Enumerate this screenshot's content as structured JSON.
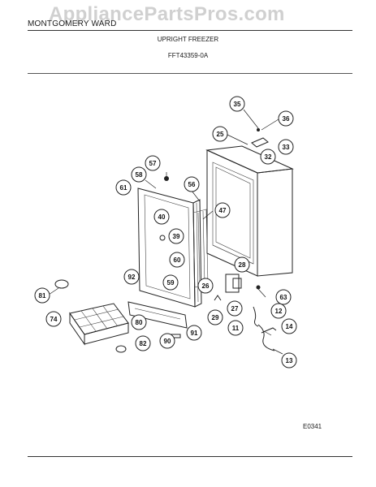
{
  "header": {
    "brand": "MONTGOMERY WARD",
    "watermark": "AppliancePartsPros.com",
    "title": "UPRIGHT FREEZER",
    "model": "FFT43359-0A"
  },
  "diagram": {
    "code": "E0341",
    "callouts": [
      "35",
      "36",
      "25",
      "32",
      "33",
      "57",
      "58",
      "56",
      "61",
      "47",
      "40",
      "39",
      "60",
      "28",
      "92",
      "59",
      "26",
      "63",
      "81",
      "74",
      "29",
      "27",
      "12",
      "80",
      "91",
      "11",
      "14",
      "82",
      "90",
      "13"
    ]
  }
}
